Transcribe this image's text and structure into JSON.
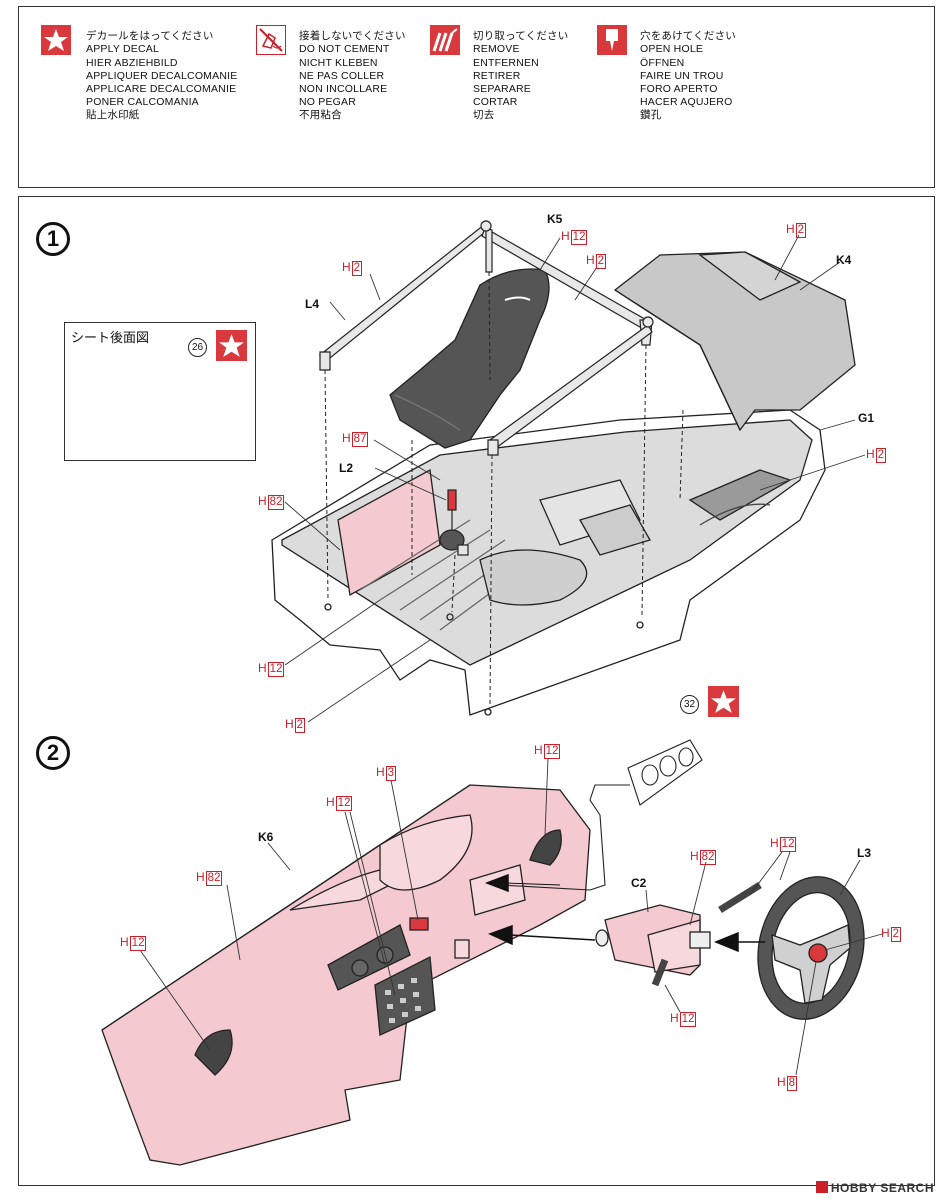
{
  "legend": [
    {
      "icon": "star-icon",
      "lines": [
        "デカールをはってください",
        "APPLY DECAL",
        "HIER ABZIEHBILD",
        "APPLIQUER DECALCOMANIE",
        "APPLICARE DECALCOMANIE",
        "PONER CALCOMANIA",
        "貼上水印紙"
      ]
    },
    {
      "icon": "no-cement-icon",
      "lines": [
        "接着しないでください",
        "DO NOT CEMENT",
        "NICHT KLEBEN",
        "NE PAS COLLER",
        "NON INCOLLARE",
        "NO PEGAR",
        "不用粘合"
      ]
    },
    {
      "icon": "cut-off-icon",
      "lines": [
        "切り取ってください",
        "REMOVE",
        "ENTFERNEN",
        "RETIRER",
        "SEPARARE",
        "CORTAR",
        "切去"
      ]
    },
    {
      "icon": "open-hole-icon",
      "lines": [
        "穴をあけてください",
        "OPEN HOLE",
        "ÖFFNEN",
        "FAIRE UN TROU",
        "FORO APERTO",
        "HACER AQUJERO",
        "鑽孔"
      ]
    }
  ],
  "steps": [
    "1",
    "2"
  ],
  "inset": {
    "title": "シート後面図",
    "decal": "26"
  },
  "step2_decal": "32",
  "parts": {
    "K5": "K5",
    "K4": "K4",
    "L4": "L4",
    "G1": "G1",
    "L2": "L2",
    "K6": "K6",
    "C2": "C2",
    "L3": "L3"
  },
  "color_prefix": "H",
  "colors": {
    "c1": "12",
    "c2": "2",
    "c3": "2",
    "c4": "2",
    "c5": "87",
    "c6": "82",
    "c7": "2",
    "c8": "12",
    "c9": "2",
    "c10": "12",
    "c11": "3",
    "c12": "12",
    "c13": "82",
    "c14": "12",
    "c15": "82",
    "c16": "12",
    "c17": "2",
    "c18": "12",
    "c19": "8"
  },
  "watermark": "HOBBY SEARCH",
  "palette": {
    "accent": "#c9202a",
    "star_bg": "#d9383d",
    "pink": "#f4c9d0",
    "gray": "#c8c8c8",
    "dark": "#555555"
  }
}
